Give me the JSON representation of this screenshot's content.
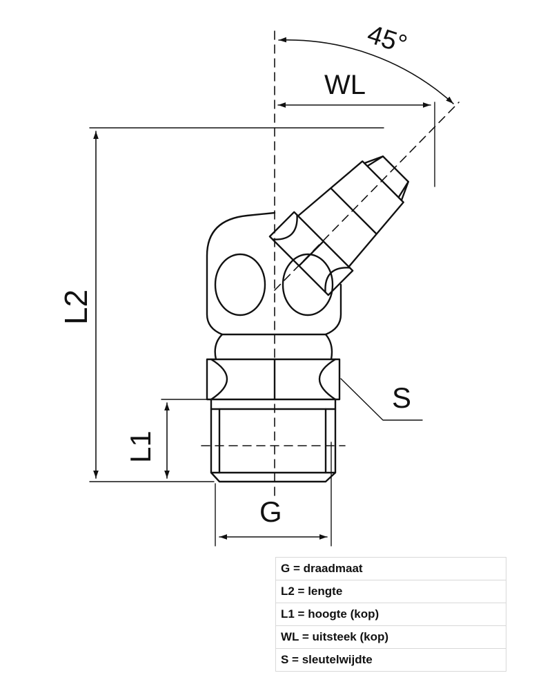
{
  "dimensions": {
    "angle": "45°",
    "wl": "WL",
    "l2": "L2",
    "l1": "L1",
    "s": "S",
    "g": "G"
  },
  "legend": [
    {
      "text": "G = draadmaat"
    },
    {
      "text": "L2 = lengte"
    },
    {
      "text": "L1 = hoogte (kop)"
    },
    {
      "text": "WL = uitsteek (kop)"
    },
    {
      "text": "S = sleutelwijdte"
    }
  ]
}
